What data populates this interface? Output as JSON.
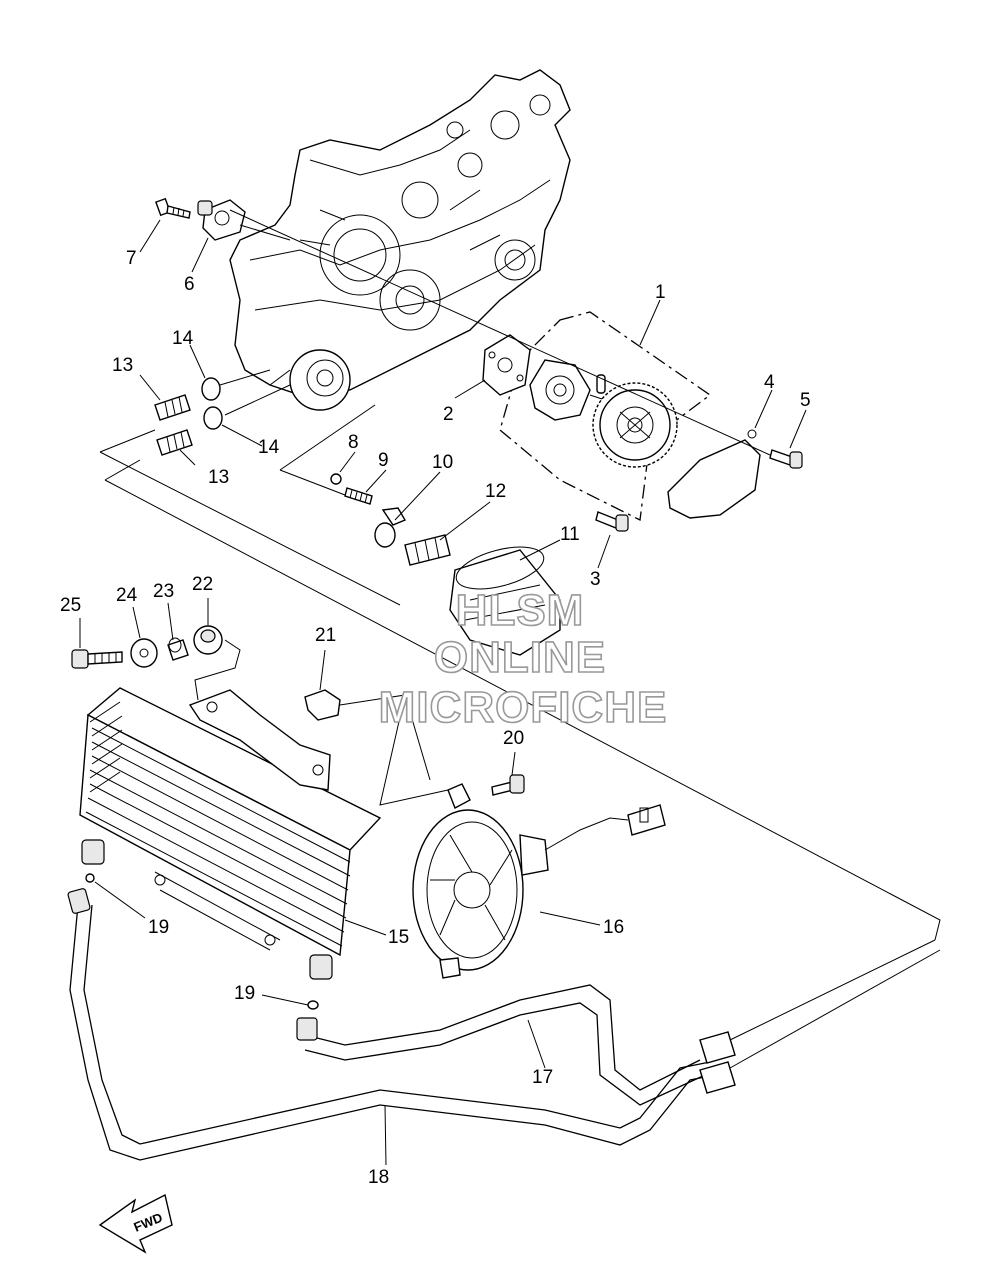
{
  "callouts": [
    {
      "id": "c1",
      "label": "1"
    },
    {
      "id": "c2",
      "label": "2"
    },
    {
      "id": "c3",
      "label": "3"
    },
    {
      "id": "c4",
      "label": "4"
    },
    {
      "id": "c5",
      "label": "5"
    },
    {
      "id": "c6",
      "label": "6"
    },
    {
      "id": "c7",
      "label": "7"
    },
    {
      "id": "c8",
      "label": "8"
    },
    {
      "id": "c9",
      "label": "9"
    },
    {
      "id": "c10",
      "label": "10"
    },
    {
      "id": "c11",
      "label": "11"
    },
    {
      "id": "c12",
      "label": "12"
    },
    {
      "id": "c13a",
      "label": "13"
    },
    {
      "id": "c13b",
      "label": "13"
    },
    {
      "id": "c14a",
      "label": "14"
    },
    {
      "id": "c14b",
      "label": "14"
    },
    {
      "id": "c15",
      "label": "15"
    },
    {
      "id": "c16",
      "label": "16"
    },
    {
      "id": "c17",
      "label": "17"
    },
    {
      "id": "c18",
      "label": "18"
    },
    {
      "id": "c19a",
      "label": "19"
    },
    {
      "id": "c19b",
      "label": "19"
    },
    {
      "id": "c20",
      "label": "20"
    },
    {
      "id": "c21",
      "label": "21"
    },
    {
      "id": "c22",
      "label": "22"
    },
    {
      "id": "c23",
      "label": "23"
    },
    {
      "id": "c24",
      "label": "24"
    },
    {
      "id": "c25",
      "label": "25"
    }
  ],
  "watermark": {
    "line1": "HLSM",
    "line2": "ONLINE",
    "line3": "MICROFICHE",
    "color": "#999999"
  },
  "fwd_label": "FWD"
}
